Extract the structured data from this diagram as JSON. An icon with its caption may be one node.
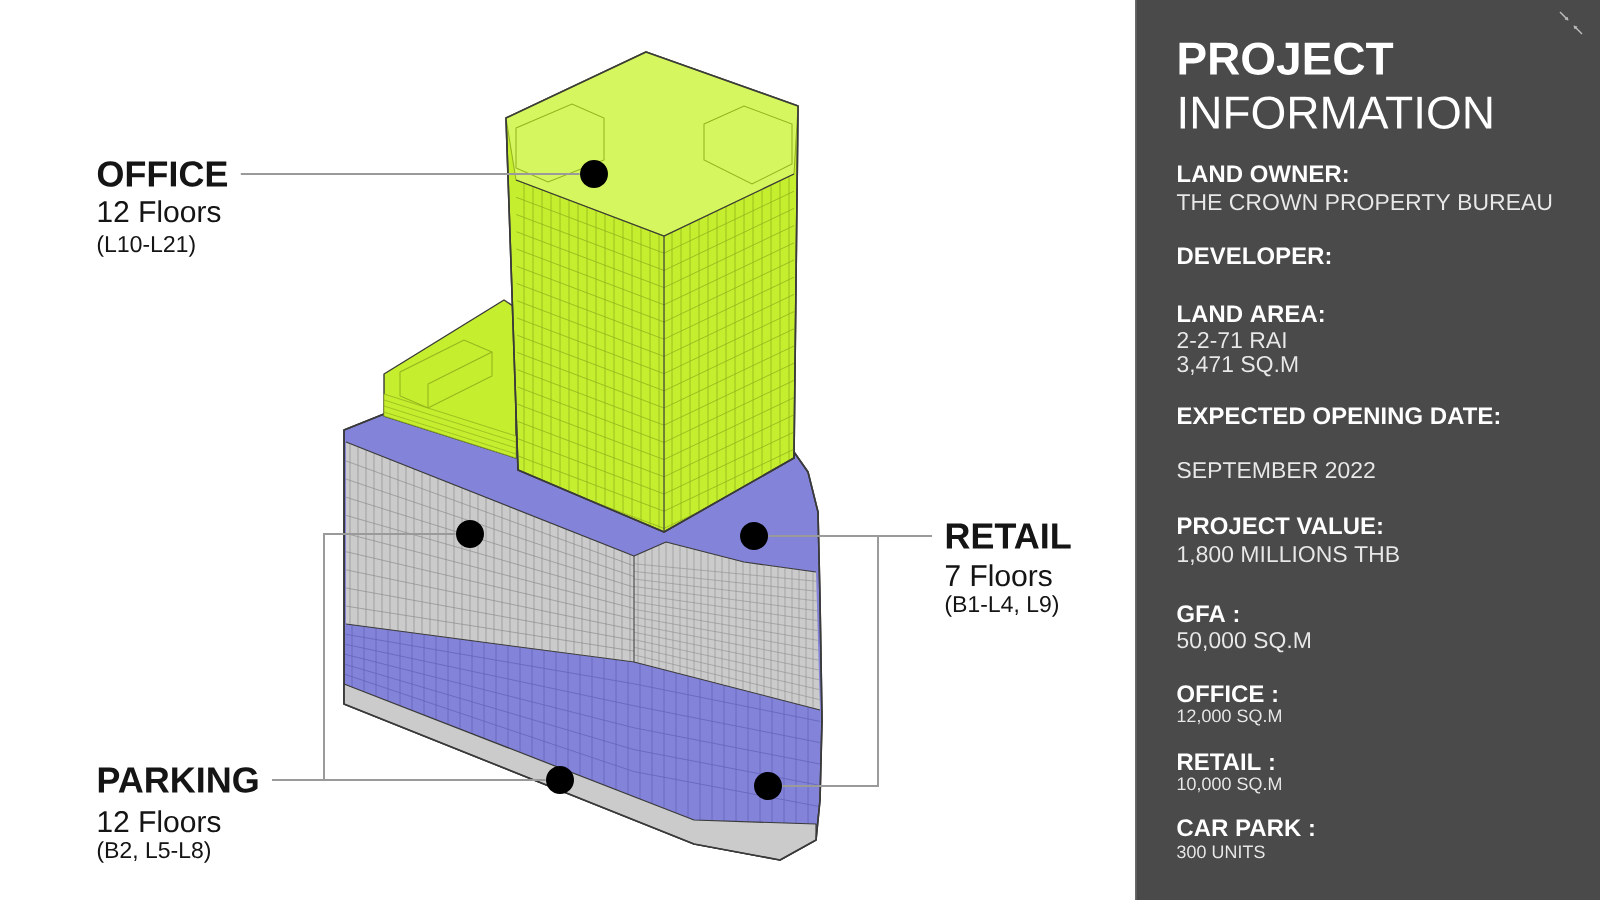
{
  "diagram": {
    "nodes": [
      {
        "text": [
          "OFFICE",
          "12 Floors",
          "(L10-L21)"
        ]
      },
      {
        "text": [],
        "shape": "circle"
      },
      {
        "text": [
          "RETAIL",
          "7 Floors",
          "(B1-L4, L9)"
        ]
      },
      {
        "text": [],
        "shape": "circle"
      },
      {
        "text": [],
        "shape": "circle"
      },
      {
        "text": [
          "PARKING",
          "12 Floors",
          "(B2, L5-L8)"
        ]
      },
      {
        "text": [],
        "shape": "circle"
      },
      {
        "text": [],
        "shape": "circle"
      },
      {
        "text": [
          "**PROJECT** INFORMATION",
          "LAND OWNER:",
          "THE CROWN PROPERTY BUREAU",
          "DEVELOPER:",
          "LAND AREA:",
          "2-2-71 RAI",
          "3,471 SQ.M",
          "EXPECTED OPENING DATE:",
          "SEPTEMBER 2022",
          "PROJECT VALUE:",
          "1,800 MILLIONS THB",
          "GFA :",
          "50,000 SQ.M",
          "OFFICE :",
          "12,000 SQ.M",
          "RETAIL :",
          "10,000 SQ.M",
          "CAR PARK :",
          "300 UNITS"
        ]
      }
    ],
    "edges": [
      {
        "from": 0,
        "to": 1,
        "arrow": "none"
      },
      {
        "from": 2,
        "to": 3,
        "arrow": "none"
      },
      {
        "from": 2,
        "to": 4,
        "arrow": "none"
      },
      {
        "from": 5,
        "to": 6,
        "arrow": "none"
      },
      {
        "from": 5,
        "to": 7,
        "arrow": "none"
      }
    ]
  }
}
